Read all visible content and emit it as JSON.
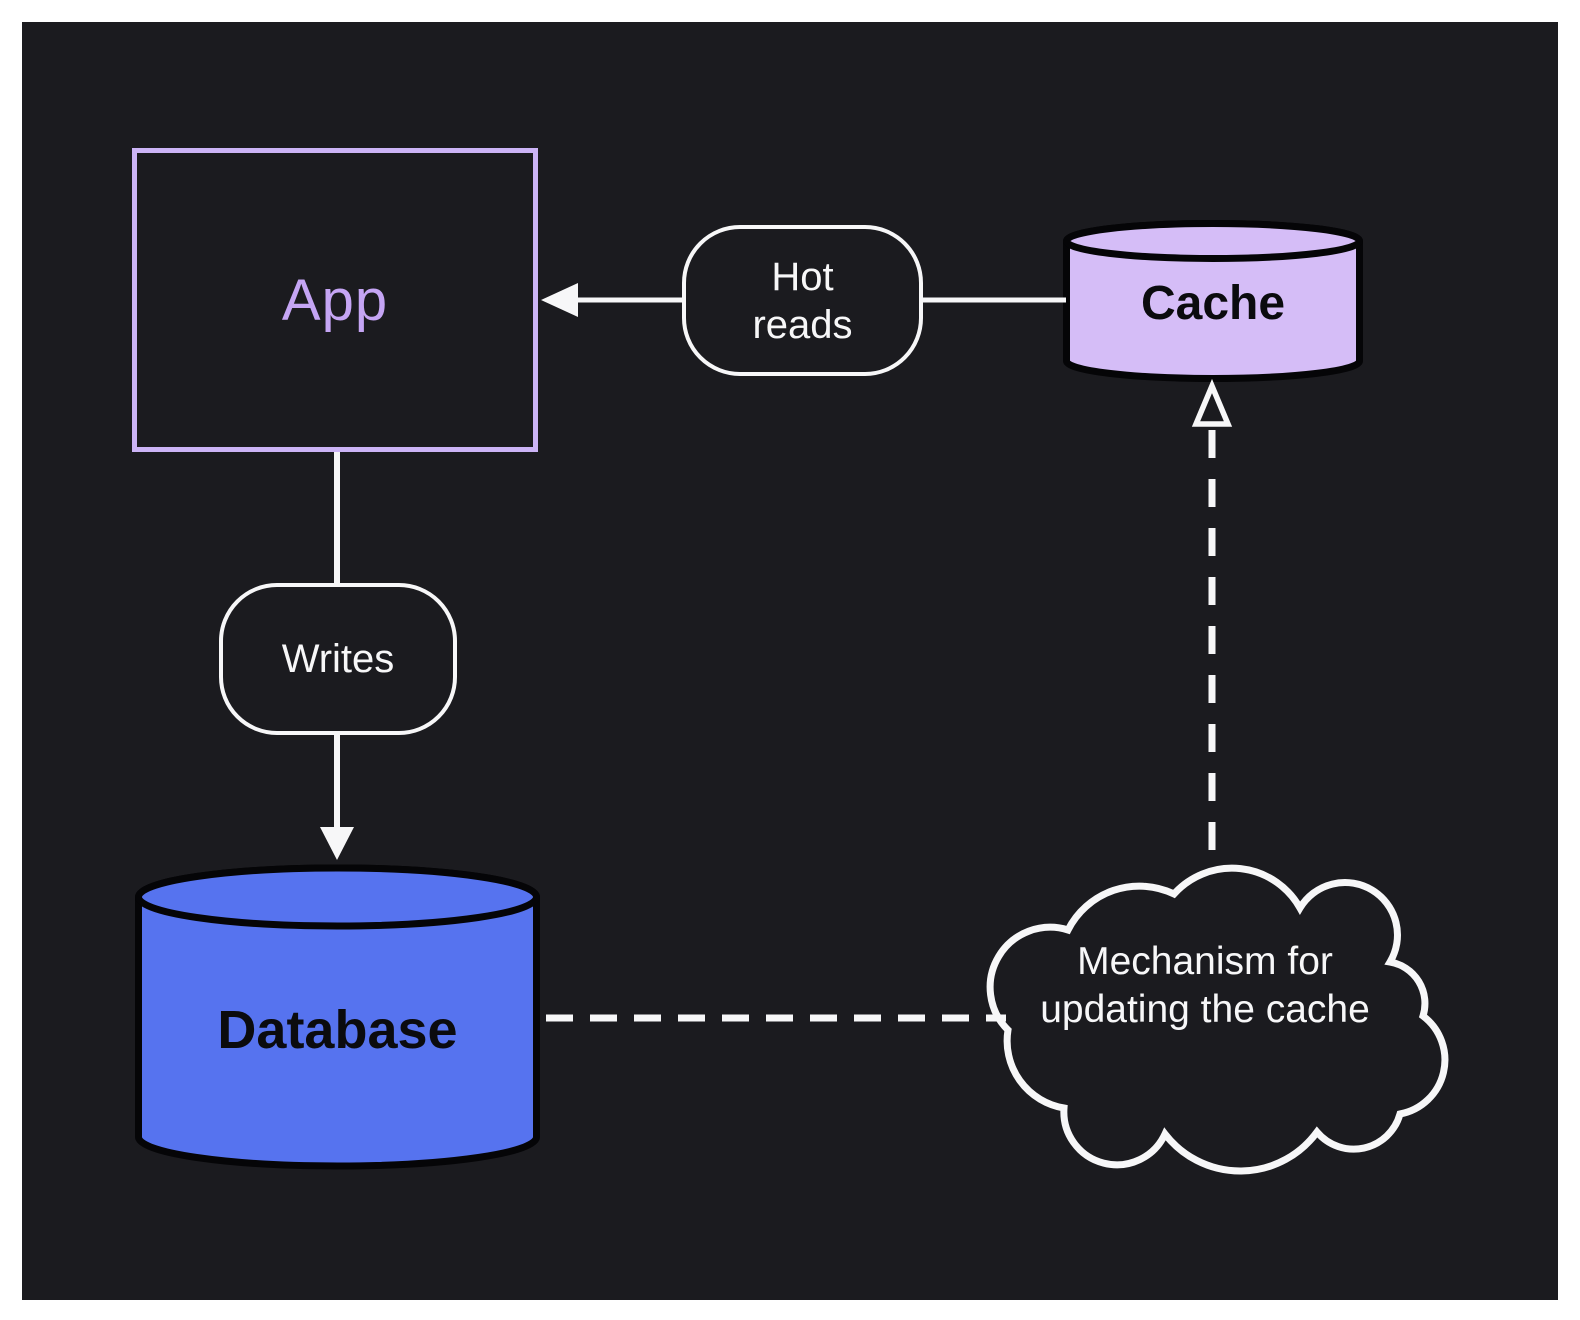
{
  "nodes": {
    "app": {
      "label": "App"
    },
    "cache": {
      "label": "Cache"
    },
    "database": {
      "label": "Database"
    },
    "mechanism_cloud": {
      "label": "Mechanism for updating the cache"
    }
  },
  "edge_labels": {
    "hot_reads": "Hot reads",
    "writes": "Writes"
  },
  "edges": [
    {
      "from": "cache",
      "to": "app",
      "label": "Hot reads",
      "style": "solid-arrow"
    },
    {
      "from": "app",
      "to": "database",
      "label": "Writes",
      "style": "solid-arrow"
    },
    {
      "from": "database",
      "to": "mechanism_cloud",
      "label": "",
      "style": "dashed"
    },
    {
      "from": "mechanism_cloud",
      "to": "cache",
      "label": "",
      "style": "dashed-arrow"
    }
  ],
  "colors": {
    "page_background": "#ffffff",
    "canvas_background": "#1b1b1f",
    "app_border": "#ccb4f6",
    "app_text": "#c5a5f4",
    "cache_fill": "#d5bdf7",
    "database_fill": "#5673ef",
    "line": "#f7f7f8",
    "cylinder_outline": "#050507",
    "dark_text": "#0b0b0e"
  }
}
